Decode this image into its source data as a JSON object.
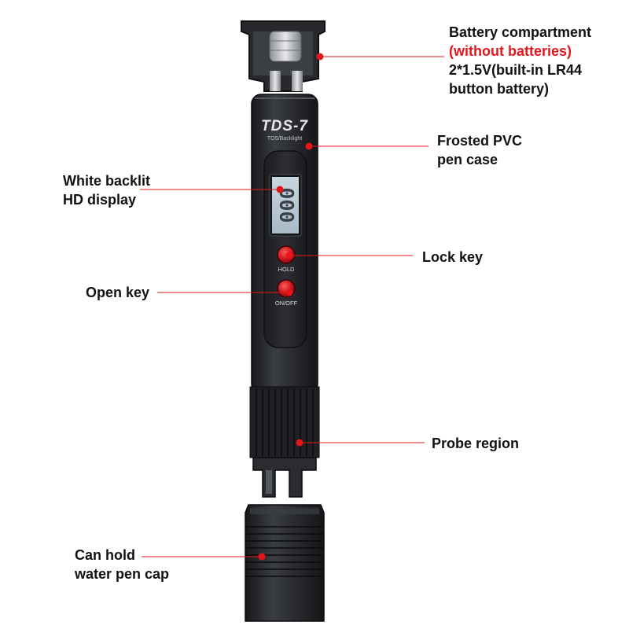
{
  "colors": {
    "accent": "#e4161c",
    "leader": "#e4161c",
    "pen_body": "#2a2c30",
    "lcd": "#b9c8d3"
  },
  "device": {
    "model": "TDS-7",
    "subtitle": "TDS/Backlight",
    "lcd_digits": "000",
    "hold_label": "HOLD",
    "onoff_label": "ON/OFF"
  },
  "labels": {
    "battery": {
      "line1": "Battery compartment",
      "line2": "(without batteries)",
      "line3": "2*1.5V(built-in LR44",
      "line4": "button battery)"
    },
    "case": {
      "line1": "Frosted PVC",
      "line2": "pen case"
    },
    "display": {
      "line1": "White backlit",
      "line2": "HD display"
    },
    "lock": {
      "line1": "Lock key"
    },
    "open": {
      "line1": "Open key"
    },
    "probe": {
      "line1": "Probe region"
    },
    "cap": {
      "line1": "Can hold",
      "line2": "water pen cap"
    }
  }
}
